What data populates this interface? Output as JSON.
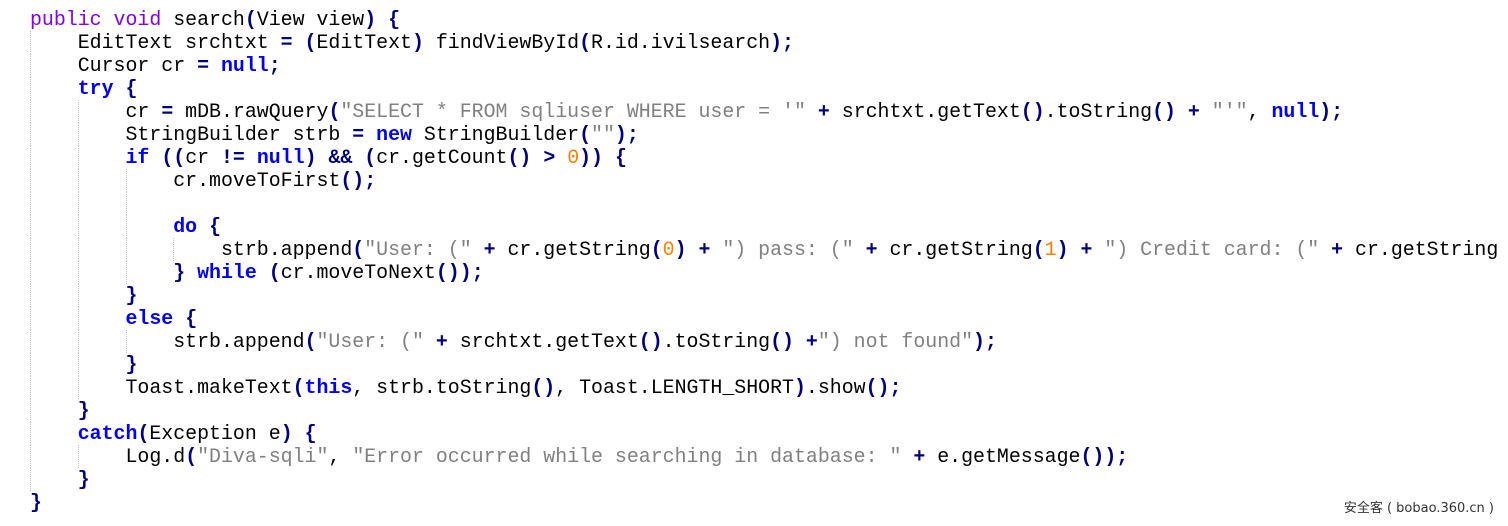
{
  "editor": {
    "colors": {
      "modifier": "#8000ff",
      "keyword": "#0000ff",
      "operator": "#000080",
      "string": "#808080",
      "number": "#ff8000",
      "identifier": "#000000"
    },
    "lines": [
      {
        "indent": 0,
        "tokens": [
          [
            "mod",
            "public void"
          ],
          [
            "id",
            " search"
          ],
          [
            "op",
            "("
          ],
          [
            "id",
            "View view"
          ],
          [
            "op",
            ")"
          ],
          [
            "id",
            " "
          ],
          [
            "op",
            "{"
          ]
        ]
      },
      {
        "indent": 1,
        "tokens": [
          [
            "id",
            "EditText srchtxt "
          ],
          [
            "op",
            "="
          ],
          [
            "id",
            " "
          ],
          [
            "op",
            "("
          ],
          [
            "id",
            "EditText"
          ],
          [
            "op",
            ")"
          ],
          [
            "id",
            " findViewById"
          ],
          [
            "op",
            "("
          ],
          [
            "id",
            "R.id.ivilsearch"
          ],
          [
            "op",
            ")"
          ],
          [
            "op",
            ";"
          ]
        ]
      },
      {
        "indent": 1,
        "tokens": [
          [
            "id",
            "Cursor cr "
          ],
          [
            "op",
            "="
          ],
          [
            "id",
            " "
          ],
          [
            "kw",
            "null"
          ],
          [
            "op",
            ";"
          ]
        ]
      },
      {
        "indent": 1,
        "tokens": [
          [
            "kw",
            "try"
          ],
          [
            "id",
            " "
          ],
          [
            "op",
            "{"
          ]
        ]
      },
      {
        "indent": 2,
        "tokens": [
          [
            "id",
            "cr "
          ],
          [
            "op",
            "="
          ],
          [
            "id",
            " mDB.rawQuery"
          ],
          [
            "op",
            "("
          ],
          [
            "str",
            "\"SELECT * FROM sqliuser WHERE user = '\""
          ],
          [
            "id",
            " "
          ],
          [
            "op",
            "+"
          ],
          [
            "id",
            " srchtxt.getText"
          ],
          [
            "op",
            "()"
          ],
          [
            "id",
            ".toString"
          ],
          [
            "op",
            "()"
          ],
          [
            "id",
            " "
          ],
          [
            "op",
            "+"
          ],
          [
            "id",
            " "
          ],
          [
            "str",
            "\"'\""
          ],
          [
            "id",
            ", "
          ],
          [
            "kw",
            "null"
          ],
          [
            "op",
            ")"
          ],
          [
            "op",
            ";"
          ]
        ]
      },
      {
        "indent": 2,
        "tokens": [
          [
            "id",
            "StringBuilder strb "
          ],
          [
            "op",
            "="
          ],
          [
            "id",
            " "
          ],
          [
            "kw",
            "new"
          ],
          [
            "id",
            " StringBuilder"
          ],
          [
            "op",
            "("
          ],
          [
            "str",
            "\"\""
          ],
          [
            "op",
            ")"
          ],
          [
            "op",
            ";"
          ]
        ]
      },
      {
        "indent": 2,
        "tokens": [
          [
            "kw",
            "if"
          ],
          [
            "id",
            " "
          ],
          [
            "op",
            "(("
          ],
          [
            "id",
            "cr "
          ],
          [
            "op",
            "!="
          ],
          [
            "id",
            " "
          ],
          [
            "kw",
            "null"
          ],
          [
            "op",
            ")"
          ],
          [
            "id",
            " "
          ],
          [
            "op",
            "&&"
          ],
          [
            "id",
            " "
          ],
          [
            "op",
            "("
          ],
          [
            "id",
            "cr.getCount"
          ],
          [
            "op",
            "()"
          ],
          [
            "id",
            " "
          ],
          [
            "op",
            ">"
          ],
          [
            "id",
            " "
          ],
          [
            "num",
            "0"
          ],
          [
            "op",
            "))"
          ],
          [
            "id",
            " "
          ],
          [
            "op",
            "{"
          ]
        ]
      },
      {
        "indent": 3,
        "tokens": [
          [
            "id",
            "cr.moveToFirst"
          ],
          [
            "op",
            "()"
          ],
          [
            "op",
            ";"
          ]
        ]
      },
      {
        "indent": 3,
        "tokens": []
      },
      {
        "indent": 3,
        "tokens": [
          [
            "kw",
            "do"
          ],
          [
            "id",
            " "
          ],
          [
            "op",
            "{"
          ]
        ]
      },
      {
        "indent": 4,
        "tokens": [
          [
            "id",
            "strb.append"
          ],
          [
            "op",
            "("
          ],
          [
            "str",
            "\"User: (\""
          ],
          [
            "id",
            " "
          ],
          [
            "op",
            "+"
          ],
          [
            "id",
            " cr.getString"
          ],
          [
            "op",
            "("
          ],
          [
            "num",
            "0"
          ],
          [
            "op",
            ")"
          ],
          [
            "id",
            " "
          ],
          [
            "op",
            "+"
          ],
          [
            "id",
            " "
          ],
          [
            "str",
            "\") pass: (\""
          ],
          [
            "id",
            " "
          ],
          [
            "op",
            "+"
          ],
          [
            "id",
            " cr.getString"
          ],
          [
            "op",
            "("
          ],
          [
            "num",
            "1"
          ],
          [
            "op",
            ")"
          ],
          [
            "id",
            " "
          ],
          [
            "op",
            "+"
          ],
          [
            "id",
            " "
          ],
          [
            "str",
            "\") Credit card: (\""
          ],
          [
            "id",
            " "
          ],
          [
            "op",
            "+"
          ],
          [
            "id",
            " cr.getString"
          ]
        ]
      },
      {
        "indent": 3,
        "tokens": [
          [
            "op",
            "}"
          ],
          [
            "id",
            " "
          ],
          [
            "kw",
            "while"
          ],
          [
            "id",
            " "
          ],
          [
            "op",
            "("
          ],
          [
            "id",
            "cr.moveToNext"
          ],
          [
            "op",
            "())"
          ],
          [
            "op",
            ";"
          ]
        ]
      },
      {
        "indent": 2,
        "tokens": [
          [
            "op",
            "}"
          ]
        ]
      },
      {
        "indent": 2,
        "tokens": [
          [
            "kw",
            "else"
          ],
          [
            "id",
            " "
          ],
          [
            "op",
            "{"
          ]
        ]
      },
      {
        "indent": 3,
        "tokens": [
          [
            "id",
            "strb.append"
          ],
          [
            "op",
            "("
          ],
          [
            "str",
            "\"User: (\""
          ],
          [
            "id",
            " "
          ],
          [
            "op",
            "+"
          ],
          [
            "id",
            " srchtxt.getText"
          ],
          [
            "op",
            "()"
          ],
          [
            "id",
            ".toString"
          ],
          [
            "op",
            "()"
          ],
          [
            "id",
            " "
          ],
          [
            "op",
            "+"
          ],
          [
            "str",
            "\") not found\""
          ],
          [
            "op",
            ")"
          ],
          [
            "op",
            ";"
          ]
        ]
      },
      {
        "indent": 2,
        "tokens": [
          [
            "op",
            "}"
          ]
        ]
      },
      {
        "indent": 2,
        "tokens": [
          [
            "id",
            "Toast.makeText"
          ],
          [
            "op",
            "("
          ],
          [
            "kw",
            "this"
          ],
          [
            "id",
            ", strb.toString"
          ],
          [
            "op",
            "()"
          ],
          [
            "id",
            ", Toast.LENGTH_SHORT"
          ],
          [
            "op",
            ")"
          ],
          [
            "id",
            ".show"
          ],
          [
            "op",
            "()"
          ],
          [
            "op",
            ";"
          ]
        ]
      },
      {
        "indent": 1,
        "tokens": [
          [
            "op",
            "}"
          ]
        ]
      },
      {
        "indent": 1,
        "tokens": [
          [
            "kw",
            "catch"
          ],
          [
            "op",
            "("
          ],
          [
            "id",
            "Exception e"
          ],
          [
            "op",
            ")"
          ],
          [
            "id",
            " "
          ],
          [
            "op",
            "{"
          ]
        ]
      },
      {
        "indent": 2,
        "tokens": [
          [
            "id",
            "Log.d"
          ],
          [
            "op",
            "("
          ],
          [
            "str",
            "\"Diva-sqli\""
          ],
          [
            "id",
            ", "
          ],
          [
            "str",
            "\"Error occurred while searching in database: \""
          ],
          [
            "id",
            " "
          ],
          [
            "op",
            "+"
          ],
          [
            "id",
            " e.getMessage"
          ],
          [
            "op",
            "())"
          ],
          [
            "op",
            ";"
          ]
        ]
      },
      {
        "indent": 1,
        "tokens": [
          [
            "op",
            "}"
          ]
        ]
      },
      {
        "indent": 0,
        "tokens": [
          [
            "op",
            "}"
          ]
        ]
      }
    ]
  },
  "watermark": "安全客 ( bobao.360.cn )"
}
